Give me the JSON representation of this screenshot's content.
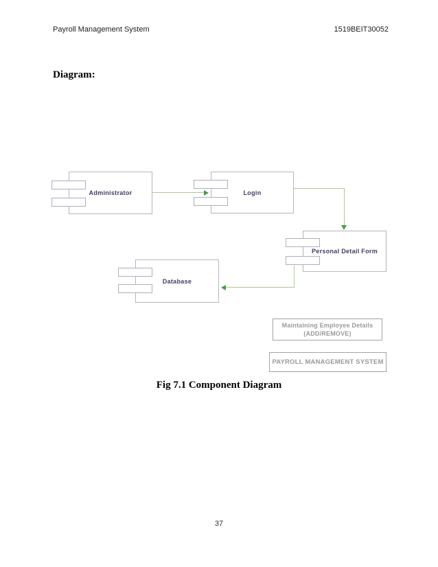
{
  "page": {
    "header": {
      "left": "Payroll Management System",
      "right": "1519BEIT30052"
    },
    "section_heading": "Diagram:",
    "figure_caption": "Fig 7.1 Component Diagram",
    "page_number": "37"
  },
  "diagram": {
    "type": "uml-component-diagram",
    "components": {
      "administrator": {
        "label": "Administrator"
      },
      "login": {
        "label": "Login"
      },
      "personal_detail_form": {
        "label": "Personal Detail Form"
      },
      "database": {
        "label": "Database"
      }
    },
    "connectors": [
      {
        "from": "Administrator",
        "to": "Login",
        "arrow_direction": "right"
      },
      {
        "from": "Login",
        "to": "Personal Detail Form",
        "arrow_direction": "down"
      },
      {
        "from": "Personal Detail Form",
        "to": "Database",
        "arrow_direction": "left"
      }
    ],
    "notes": {
      "maintaining": {
        "line1": "Maintaining Employee Details",
        "line2": "(ADD/REMOVE)"
      },
      "system": {
        "line1": "PAYROLL MANAGEMENT SYSTEM"
      }
    },
    "colors": {
      "component_border": "#b5b5bd",
      "component_label_text": "#3d3d66",
      "connector_line": "#aec792",
      "connector_arrow": "#4d9b45",
      "note_border": "#a2a2a2",
      "note_text": "#9a9a9a"
    }
  }
}
